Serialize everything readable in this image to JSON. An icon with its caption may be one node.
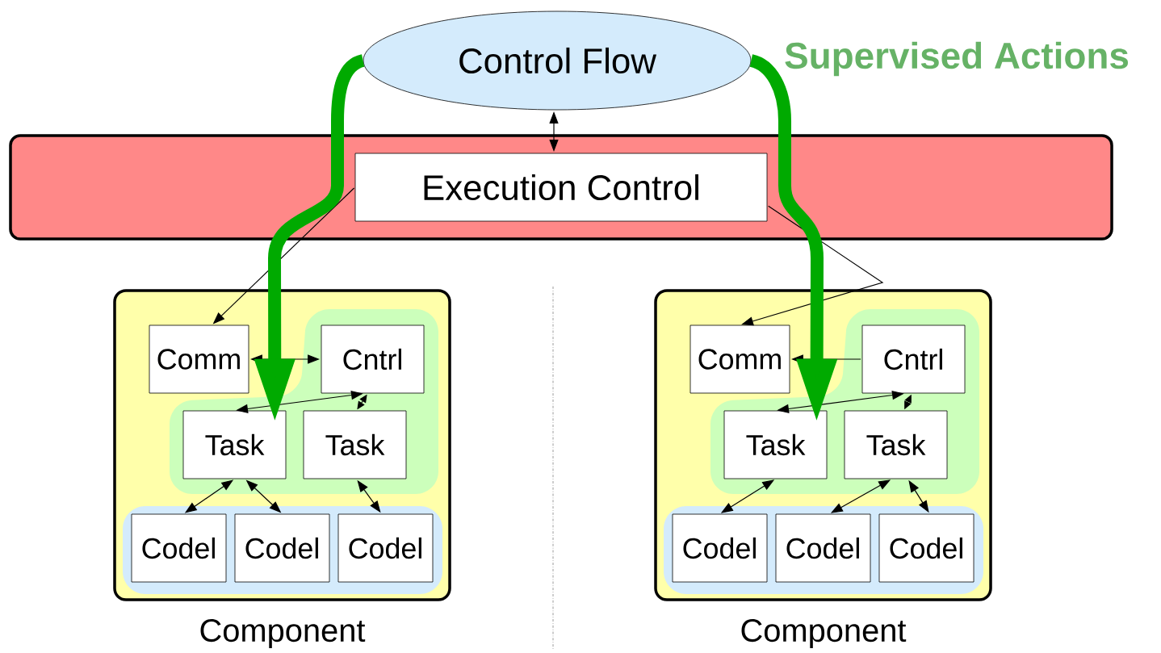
{
  "diagram": {
    "nodes": [
      {
        "text": [
          "Control Flow"
        ]
      },
      {
        "text": [],
        "shape": "box"
      },
      {
        "text": [
          "Execution Control"
        ],
        "in": 1
      },
      {
        "text": [
          "Component"
        ]
      },
      {
        "text": [],
        "shape": "blob",
        "in": 3
      },
      {
        "text": [
          "Comm"
        ],
        "in": 3
      },
      {
        "text": [
          "Cntrl"
        ],
        "in": 4
      },
      {
        "text": [
          "Task"
        ],
        "in": 4
      },
      {
        "text": [
          "Task"
        ],
        "in": 4
      },
      {
        "text": [],
        "shape": "blob",
        "in": 3
      },
      {
        "text": [
          "Codel"
        ],
        "in": 9
      },
      {
        "text": [
          "Codel"
        ],
        "in": 9
      },
      {
        "text": [
          "Codel"
        ],
        "in": 9
      },
      {
        "text": [
          "Component"
        ]
      },
      {
        "text": [],
        "shape": "blob",
        "in": 13
      },
      {
        "text": [
          "Comm"
        ],
        "in": 13
      },
      {
        "text": [
          "Cntrl"
        ],
        "in": 14
      },
      {
        "text": [
          "Task"
        ],
        "in": 14
      },
      {
        "text": [
          "Task"
        ],
        "in": 14
      },
      {
        "text": [],
        "shape": "blob",
        "in": 13
      },
      {
        "text": [
          "Codel"
        ],
        "in": 19
      },
      {
        "text": [
          "Codel"
        ],
        "in": 19
      },
      {
        "text": [
          "Codel"
        ],
        "in": 19
      }
    ],
    "edges": [
      {
        "from": 0,
        "to": 2,
        "arrow": "both"
      },
      {
        "from": 2,
        "to": 5,
        "arrow": "to"
      },
      {
        "from": 2,
        "to": 15,
        "arrow": "to"
      },
      {
        "from": 5,
        "to": 6,
        "arrow": "both"
      },
      {
        "from": 6,
        "to": 7,
        "arrow": "both"
      },
      {
        "from": 6,
        "to": 8,
        "arrow": "both"
      },
      {
        "from": 7,
        "to": 10,
        "arrow": "both"
      },
      {
        "from": 7,
        "to": 11,
        "arrow": "both"
      },
      {
        "from": 8,
        "to": 12,
        "arrow": "both"
      },
      {
        "from": 16,
        "to": 15,
        "arrow": "to"
      },
      {
        "from": 16,
        "to": 17,
        "arrow": "both"
      },
      {
        "from": 16,
        "to": 18,
        "arrow": "both"
      },
      {
        "from": 17,
        "to": 20,
        "arrow": "both"
      },
      {
        "from": 18,
        "to": 21,
        "arrow": "both"
      },
      {
        "from": 18,
        "to": 22,
        "arrow": "both"
      },
      {
        "from": 0,
        "to": 7,
        "arrow": "to",
        "style": "thick",
        "color": "#00aa00"
      },
      {
        "from": 0,
        "to": 17,
        "arrow": "to",
        "style": "thick",
        "color": "#00aa00"
      }
    ],
    "labels": [
      "Supervised Actions"
    ]
  }
}
